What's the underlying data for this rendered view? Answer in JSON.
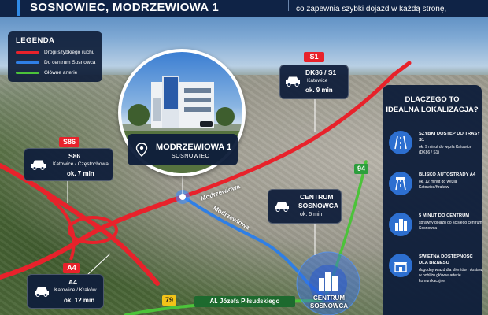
{
  "header": {
    "title": "SOSNOWIEC, MODRZEWIOWA 1",
    "subtitle": "co zapewnia szybki dojazd w każdą stronę,"
  },
  "legend": {
    "title": "LEGENDA",
    "items": [
      {
        "label": "Drogi szybkiego ruchu",
        "color": "#e8222b"
      },
      {
        "label": "Do centrum Sosnowca",
        "color": "#2f7fe6"
      },
      {
        "label": "Główne arterie",
        "color": "#4cc33a"
      }
    ]
  },
  "badges": {
    "s1": "S1",
    "s86": "S86",
    "a4": "A4",
    "r94": "94",
    "r79": "79"
  },
  "cards": {
    "dk86": {
      "title": "DK86 / S1",
      "sub": "Katowice",
      "time": "ok. 9 min"
    },
    "s86": {
      "title": "S86",
      "sub": "Katowice / Częstochowa",
      "time": "ok. 7 min"
    },
    "centrum": {
      "title": "CENTRUM",
      "title2": "SOSNOWCA",
      "time": "ok. 5 min"
    },
    "a4": {
      "title": "A4",
      "sub": "Katowice / Kraków",
      "time": "ok. 12 min"
    }
  },
  "location": {
    "title": "MODRZEWIOWA 1",
    "sub": "SOSNOWIEC"
  },
  "map_labels": {
    "street1": "Modrzewiowa",
    "street2": "Modrzewiowa",
    "avenue": "Al. Józefa Piłsudskiego",
    "centrum_line1": "CENTRUM",
    "centrum_line2": "SOSNOWCA"
  },
  "side_panel": {
    "title_line1": "DLACZEGO TO",
    "title_line2": "IDEALNA LOKALIZACJA?",
    "features": [
      {
        "icon": "highway-icon",
        "title": "SZYBKI DOSTĘP DO TRASY S1",
        "desc": "ok. 9 minut do węzła Katowice (DK86 / S1)"
      },
      {
        "icon": "motorway-icon",
        "title": "BLISKO AUTOSTRADY A4",
        "desc": "ok. 12 minut do węzła Katowice/Kraków"
      },
      {
        "icon": "city-icon",
        "title": "5 MINUT DO CENTRUM",
        "desc": "sprawny dojazd do ścisłego centrum Sosnowca"
      },
      {
        "icon": "shop-icon",
        "title": "ŚWIETNA DOSTĘPNOŚĆ DLA BIZNESU",
        "desc": "dogodny wjazd dla klientów i dostaw, w pobliżu główne arterie komunikacyjne"
      }
    ]
  },
  "colors": {
    "navy": "#0f2346",
    "red": "#e8222b",
    "blue": "#2f7fe6",
    "green": "#4cc33a",
    "yellow": "#f2c318"
  }
}
